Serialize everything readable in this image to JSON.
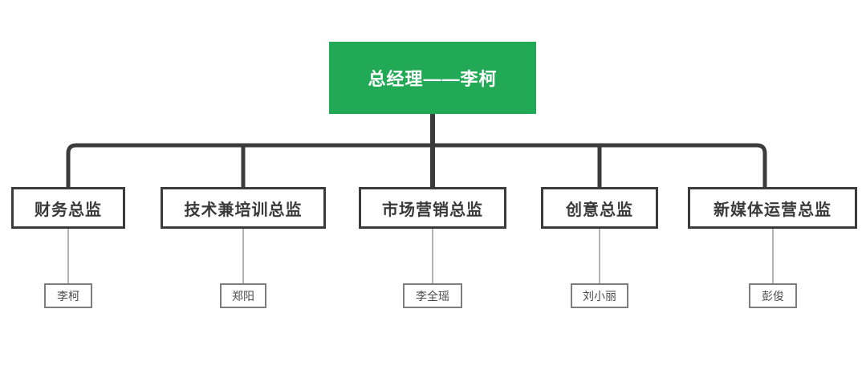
{
  "org_chart": {
    "root": {
      "label": "总经理——李柯"
    },
    "branches": [
      {
        "department": "财务总监",
        "person": "李柯"
      },
      {
        "department": "技术兼培训总监",
        "person": "郑阳"
      },
      {
        "department": "市场营销总监",
        "person": "李全瑶"
      },
      {
        "department": "创意总监",
        "person": "刘小丽"
      },
      {
        "department": "新媒体运营总监",
        "person": "彭俊"
      }
    ],
    "colors": {
      "background": "#ffffff",
      "root_background": "#21a956",
      "root_text": "#ffffff",
      "connector": "#3b3b3b",
      "thin_connector": "#888888",
      "department_border": "#3b3b3b",
      "department_text": "#3a3a3a",
      "person_border": "#7d7d7d",
      "person_text": "#4a4a4a"
    }
  }
}
